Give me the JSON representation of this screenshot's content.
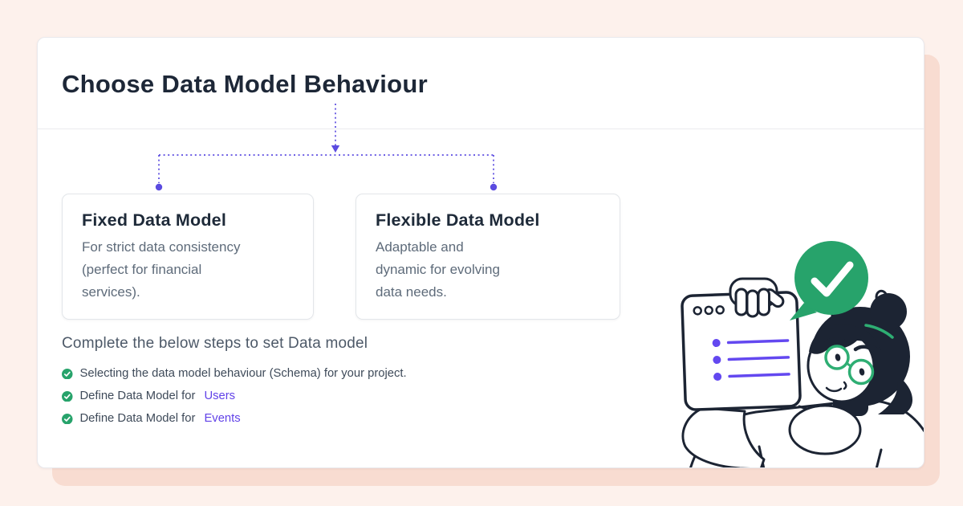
{
  "page": {
    "title": "Choose Data Model Behaviour"
  },
  "options": [
    {
      "title": "Fixed Data Model",
      "description": "For strict data consistency (perfect for financial services)."
    },
    {
      "title": "Flexible Data Model",
      "description": "Adaptable and dynamic for evolving data needs."
    }
  ],
  "steps": {
    "heading": "Complete the below steps to set Data model",
    "items": [
      {
        "icon": "check-circle-icon",
        "text": "Selecting the data model behaviour (Schema) for your project.",
        "link": ""
      },
      {
        "icon": "check-circle-icon",
        "text": "Define Data Model for",
        "link": "Users"
      },
      {
        "icon": "check-circle-icon",
        "text": "Define Data Model for",
        "link": "Events"
      }
    ]
  },
  "illustration": {
    "description": "Woman with green glasses and a hair bun holding a checklist card, with a green check-mark speech bubble"
  },
  "colors": {
    "background": "#fdf1ec",
    "card_offset_shadow": "#f8dcd1",
    "connector_purple": "#5b4be0",
    "link_purple": "#6142e8",
    "success_green": "#27a36b",
    "list_purple": "#6348f0",
    "illustration_ink": "#1c2433",
    "title_navy": "#1d2737"
  }
}
